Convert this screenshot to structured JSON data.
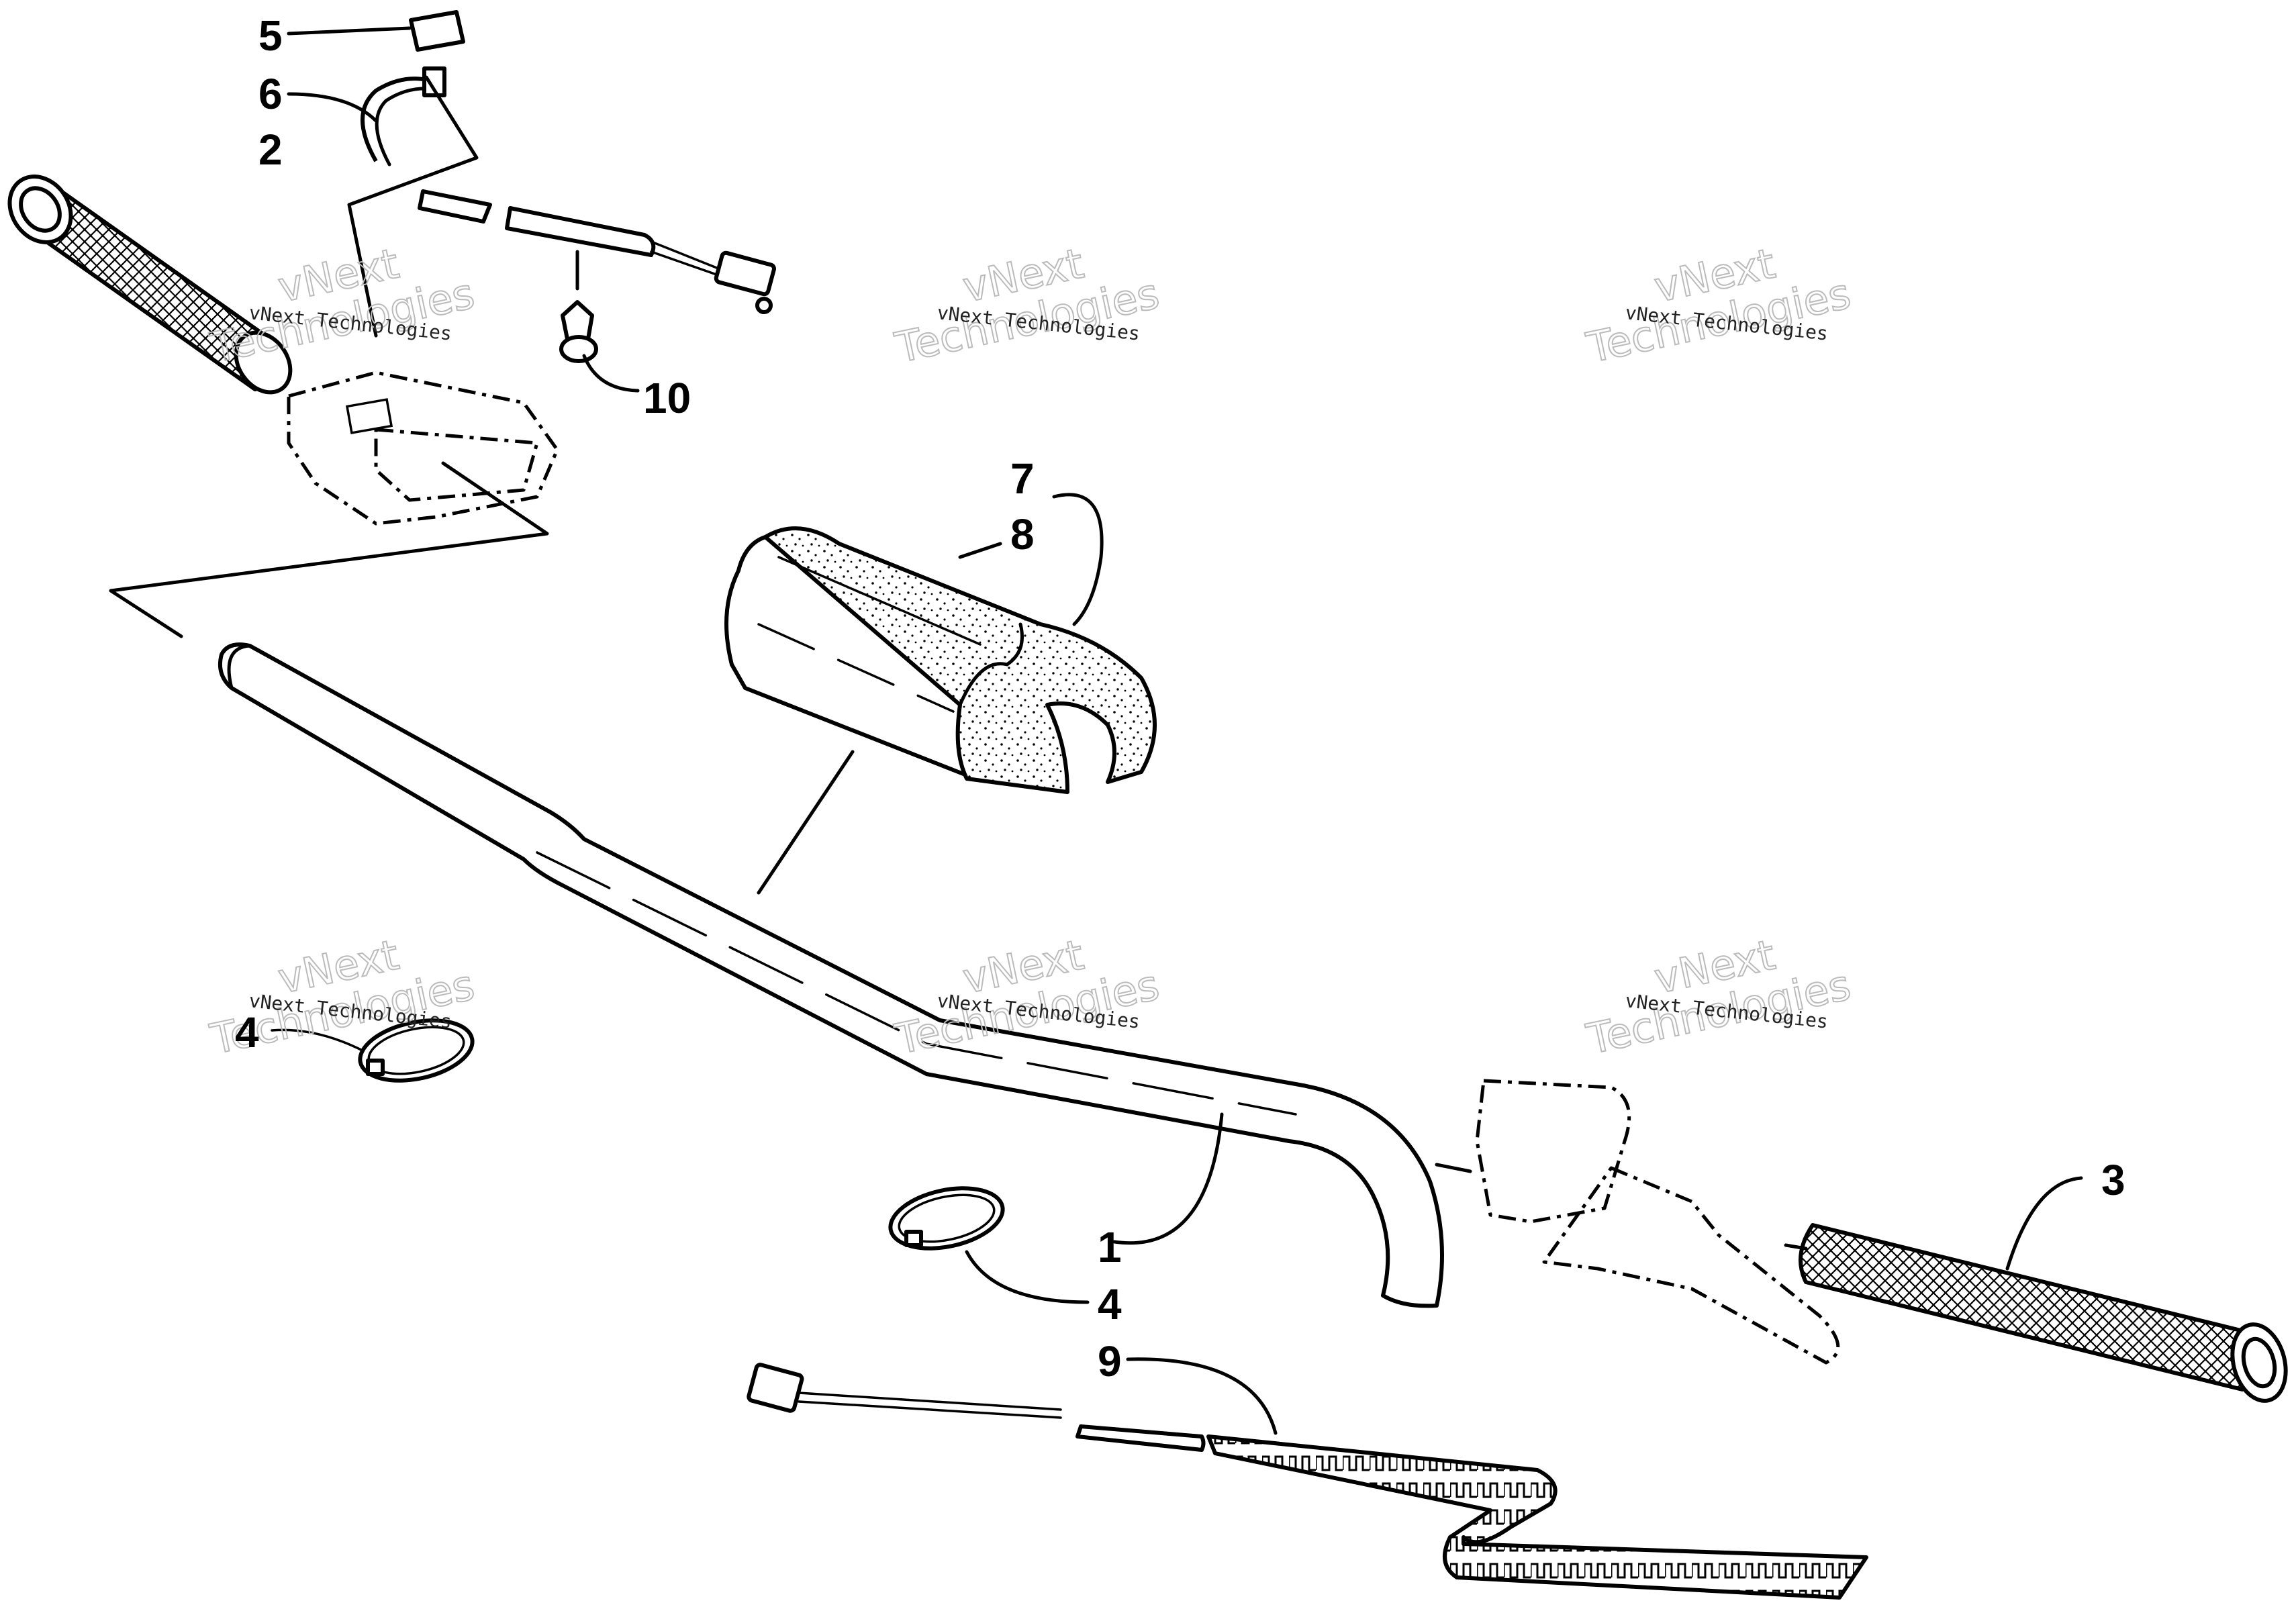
{
  "callouts": {
    "c1": "1",
    "c2": "2",
    "c3": "3",
    "c4a": "4",
    "c4b": "4",
    "c5": "5",
    "c6": "6",
    "c7": "7",
    "c8": "8",
    "c9": "9",
    "c10": "10"
  },
  "watermark": {
    "small": "vNext Technologies",
    "big_top": "vNext",
    "big_bottom": "Technologies"
  },
  "colors": {
    "ink": "#000000",
    "paper": "#ffffff",
    "watermark": "#bbbbbb"
  }
}
